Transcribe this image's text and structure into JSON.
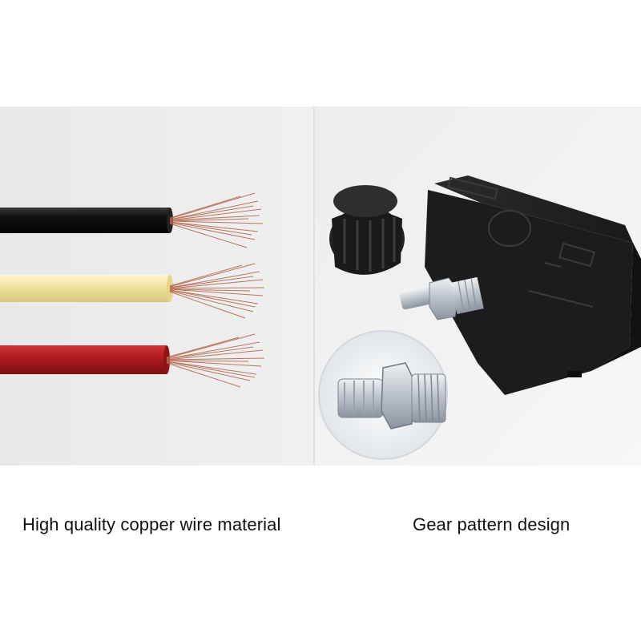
{
  "panels": {
    "left": {
      "subject": "copper-wire-cables",
      "cable_colors": [
        "#111111",
        "#f2e3a4",
        "#b01d1f"
      ],
      "strand_color": "#b4684d",
      "background": "#ececec"
    },
    "right": {
      "subject": "black-terminal-block-with-knob-and-screw",
      "body_color": "#1c1c1c",
      "metal_color": "#c9ced4",
      "background": "#f3f3f3"
    }
  },
  "captions": {
    "left": "High quality copper wire material",
    "right": "Gear pattern design"
  }
}
